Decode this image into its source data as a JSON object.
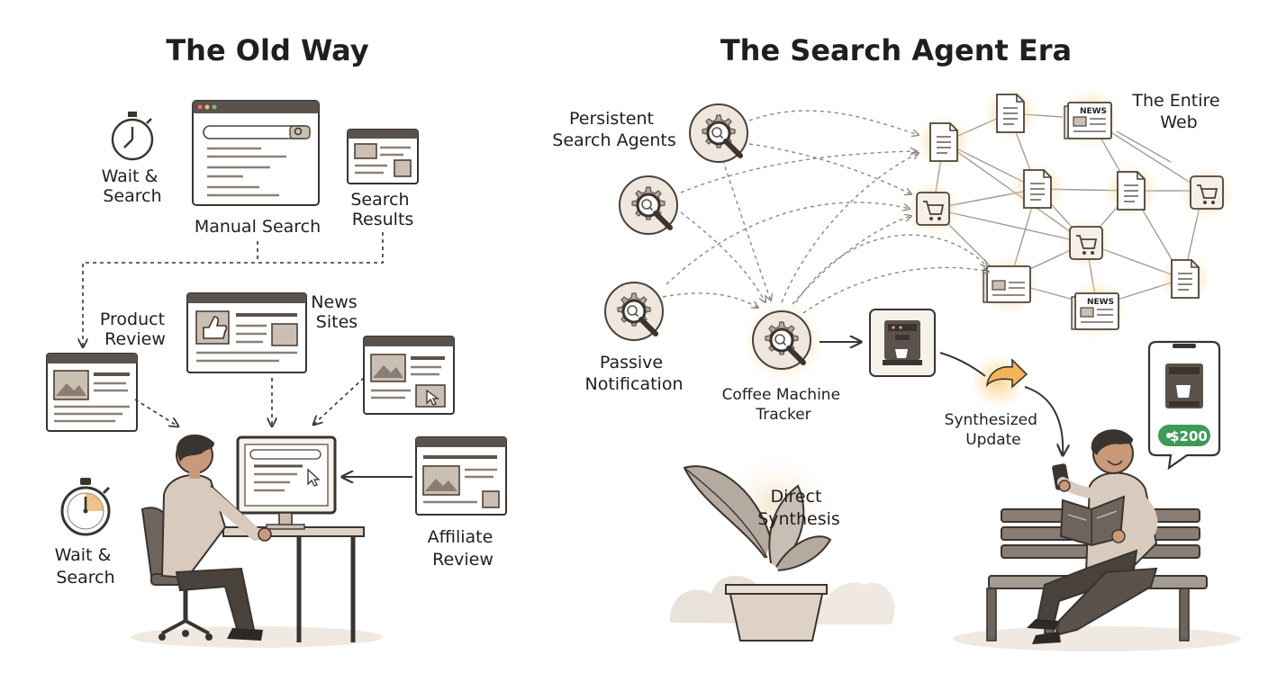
{
  "old_way": {
    "title": "The Old Way",
    "labels": {
      "wait_search_top": [
        "Wait &",
        "Search"
      ],
      "manual_search": "Manual Search",
      "search_results": [
        "Search",
        "Results"
      ],
      "product_review": [
        "Product",
        "Review"
      ],
      "news_sites": [
        "News",
        "Sites"
      ],
      "affiliate_review": [
        "Affiliate",
        "Review"
      ],
      "wait_search_bottom": [
        "Wait &",
        "Search"
      ]
    }
  },
  "agent_era": {
    "title": "The Search Agent Era",
    "labels": {
      "persistent_agents": [
        "Persistent",
        "Search Agents"
      ],
      "entire_web": [
        "The Entire",
        "Web"
      ],
      "passive_notification": [
        "Passive",
        "Notification"
      ],
      "coffee_tracker": [
        "Coffee Machine",
        "Tracker"
      ],
      "synthesized_update": [
        "Synthesized",
        "Update"
      ],
      "direct_synthesis": [
        "Direct",
        "Synthesis"
      ],
      "news_badge": "NEWS",
      "price_tag": "$200"
    }
  },
  "colors": {
    "ink": "#3a3430",
    "paper": "#f6f1ea",
    "glow": "#f6c46a",
    "price_green": "#3f9a55"
  },
  "icons": [
    "stopwatch-icon",
    "browser-window-icon",
    "magnifier-icon",
    "gear-icon",
    "document-icon",
    "shopping-cart-icon",
    "newspaper-icon",
    "coffee-machine-icon",
    "smartphone-icon",
    "plant-icon",
    "bench-icon",
    "cursor-icon",
    "thumbs-up-icon",
    "arrow-icon"
  ]
}
